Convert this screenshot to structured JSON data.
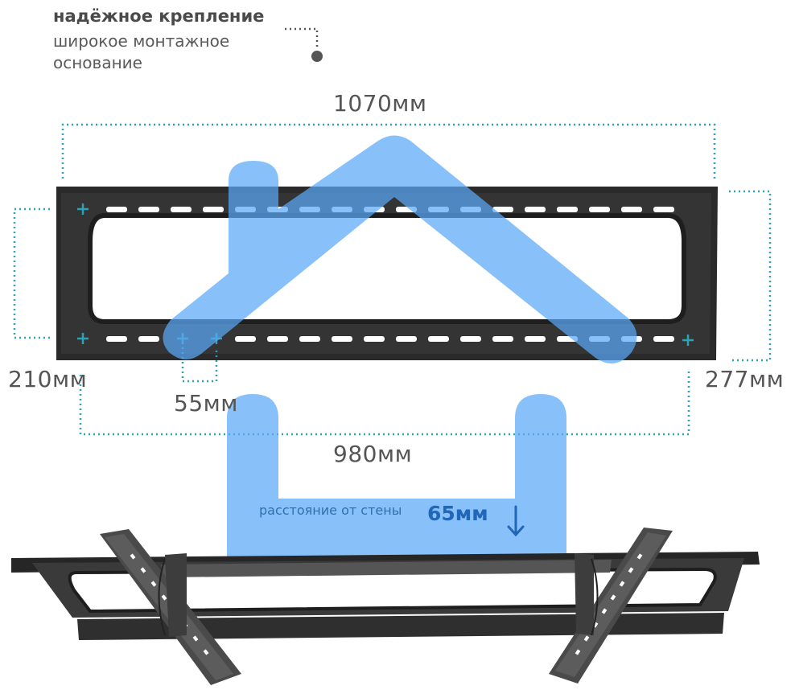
{
  "header": {
    "title": "надёжное крепление",
    "subtitle_line1": "широкое монтажное",
    "subtitle_line2": "основание"
  },
  "dimensions": {
    "width_total": "1070мм",
    "height_left": "210мм",
    "hole_step": "55мм",
    "height_right": "277мм",
    "hole_span": "980мм"
  },
  "wall_distance": {
    "label": "расстояние от стены",
    "value": "65мм",
    "arrow_icon": "arrow-down-icon"
  },
  "colors": {
    "accent_blue": "#2167b8",
    "overlay_blue": "#5aa9f7",
    "dotted_teal": "#2aa3b5",
    "metal_dark": "#2b2b2b"
  }
}
